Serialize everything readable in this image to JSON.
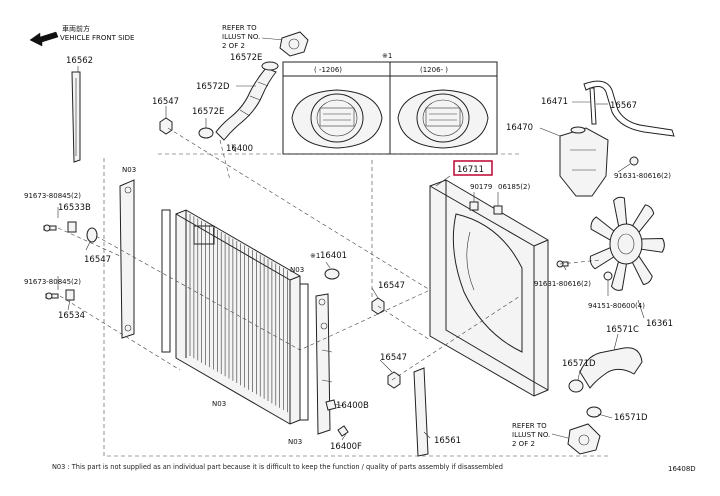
{
  "direction": {
    "text_cn": "車両前方",
    "text": "VEHICLE FRONT SIDE"
  },
  "refer_top": {
    "line1": "REFER TO",
    "line2": "ILLUST NO.",
    "line3": "2 OF 2"
  },
  "refer_bottom": {
    "line1": "REFER TO",
    "line2": "ILLUST NO.",
    "line3": "2 OF 2"
  },
  "cap_panel": {
    "mark": "※1",
    "left_range": "(   -1206)",
    "right_range": "(1206-   )"
  },
  "part_labels": {
    "p16562": "16562",
    "p16547a": "16547",
    "p16572e_top": "16572E",
    "p16572d": "16572D",
    "p16572e_mid": "16572E",
    "p16400": "16400",
    "p16471": "16471",
    "p16567": "16567",
    "p16470": "16470",
    "p91631a": "91631-80616(2)",
    "p16711": "16711",
    "p90179": "90179",
    "p06185": "06185(2)",
    "p91673a": "91673-80845(2)",
    "p16533b": "16533B",
    "p16547b": "16547",
    "p91673b": "91673-80845(2)",
    "p16534": "16534",
    "n03_a": "N03",
    "n03_b": "N03",
    "n03_c": "N03",
    "n03_d": "N03",
    "p16401": "16401",
    "mark1": "※1",
    "p16547c": "16547",
    "p16547d": "16547",
    "p91631b": "91631-80616(2)",
    "p94151": "94151-80600(4)",
    "p16361": "16361",
    "p16571c": "16571C",
    "p16571d_a": "16571D",
    "p16571d_b": "16571D",
    "p16400b": "16400B",
    "p16400f": "16400F",
    "p16561": "16561"
  },
  "footnote": "N03 : This part is not supplied as an individual part because it is difficult to keep the function / quality of parts assembly if disassembled",
  "figure_id": "16408D",
  "colors": {
    "highlight": "#c0143c",
    "line": "#222222"
  }
}
